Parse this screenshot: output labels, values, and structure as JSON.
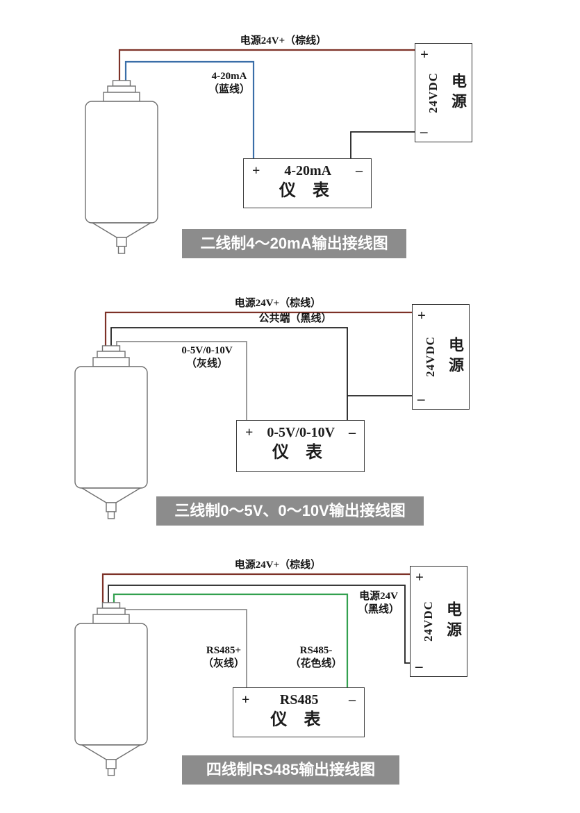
{
  "colors": {
    "wire_brown": "#7d3127",
    "wire_blue": "#3a6ea8",
    "wire_black": "#1f1f1f",
    "wire_gray": "#9b9b9b",
    "wire_green": "#33a04f",
    "caption_bg": "#8c8c8c",
    "caption_text": "#ffffff"
  },
  "diagrams": [
    {
      "caption": "二线制4～20mA输出接线图",
      "wire_labels": {
        "power": "电源24V+（棕线）",
        "signal": "4-20mA\n（蓝线）"
      },
      "meter": {
        "plus": "+",
        "title": "4-20mA",
        "minus": "–",
        "name": "仪 表"
      },
      "psu": {
        "plus": "+",
        "minus": "–",
        "voltage": "24VDC",
        "name": "电源"
      }
    },
    {
      "caption": "三线制0～5V、0～10V输出接线图",
      "wire_labels": {
        "power": "电源24V+（棕线）",
        "common": "公共端（黑线）",
        "signal": "0-5V/0-10V\n（灰线）"
      },
      "meter": {
        "plus": "+",
        "title": "0-5V/0-10V",
        "minus": "–",
        "name": "仪 表"
      },
      "psu": {
        "plus": "+",
        "minus": "–",
        "voltage": "24VDC",
        "name": "电源"
      }
    },
    {
      "caption": "四线制RS485输出接线图",
      "wire_labels": {
        "power": "电源24V+（棕线）",
        "power_negative": "电源24V\n（黑线）",
        "rs485_plus": "RS485+\n（灰线）",
        "rs485_minus": "RS485-\n（花色线）"
      },
      "meter": {
        "plus": "+",
        "title": "RS485",
        "minus": "–",
        "name": "仪 表"
      },
      "psu": {
        "plus": "+",
        "minus": "–",
        "voltage": "24VDC",
        "name": "电源"
      }
    }
  ]
}
